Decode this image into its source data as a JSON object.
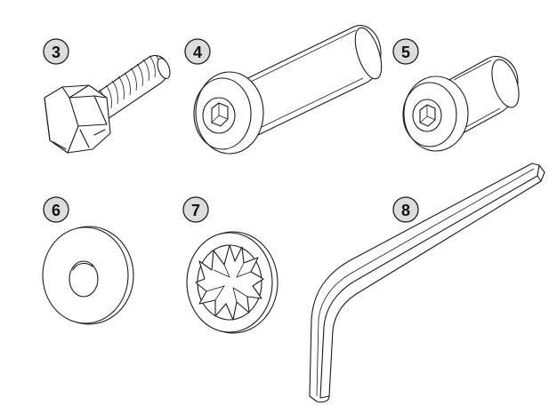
{
  "parts": [
    {
      "label": "3",
      "icon": "hex-bolt-icon"
    },
    {
      "label": "4",
      "icon": "long-socket-barrel-nut-icon"
    },
    {
      "label": "5",
      "icon": "short-socket-barrel-nut-icon"
    },
    {
      "label": "6",
      "icon": "flat-washer-icon"
    },
    {
      "label": "7",
      "icon": "internal-tooth-lock-washer-icon"
    },
    {
      "label": "8",
      "icon": "hex-allen-key-icon"
    }
  ],
  "colors": {
    "badge_fill": "#dcdcdc",
    "line": "#1a1a1a",
    "background": "#ffffff"
  }
}
